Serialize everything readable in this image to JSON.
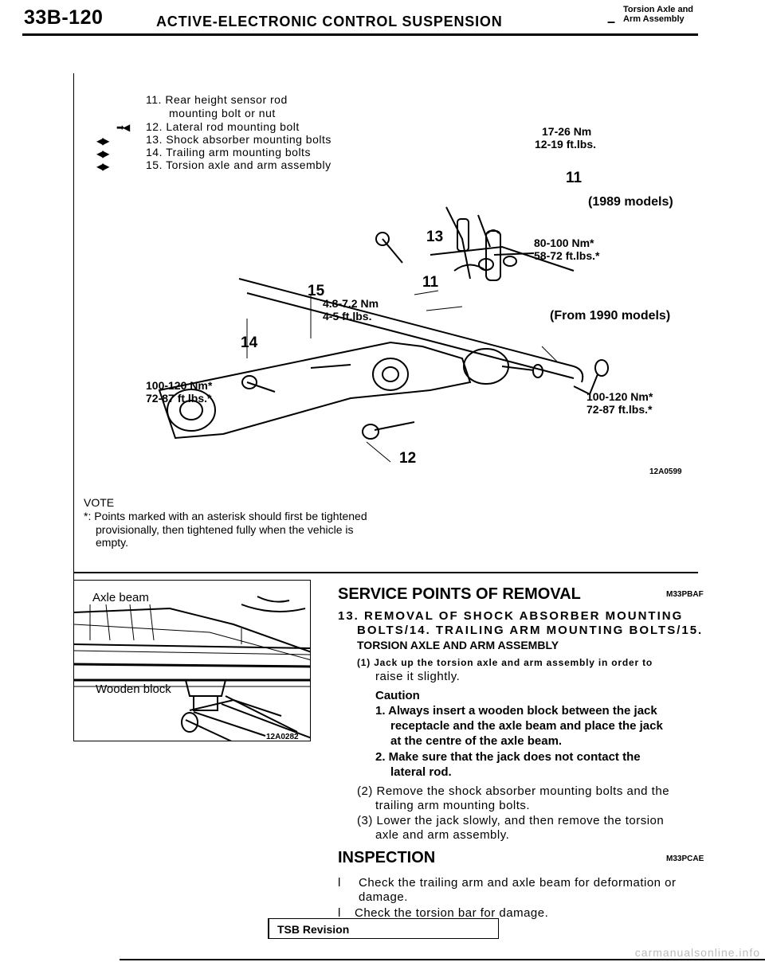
{
  "header": {
    "page_number": "33B-120",
    "title": "ACTIVE-ELECTRONIC CONTROL SUSPENSION",
    "dash": "–",
    "sub_line1": "Torsion Axle and",
    "sub_line2": "Arm Assembly"
  },
  "legend": {
    "items": [
      {
        "symbol": "",
        "number": "11.",
        "text": "Rear height sensor rod",
        "text2": "mounting bolt or nut"
      },
      {
        "symbol": "➡◀",
        "number": "12.",
        "text": "Lateral rod mounting bolt"
      },
      {
        "symbol": "◀▶",
        "number": "13.",
        "text": "Shock absorber mounting bolts"
      },
      {
        "symbol": "◀▶",
        "number": "14.",
        "text": "Trailing arm mounting bolts"
      },
      {
        "symbol": "◀▶",
        "number": "15.",
        "text": "Torsion axle and arm assembly"
      }
    ]
  },
  "diagram": {
    "torque_top_nm": "17-26 Nm",
    "torque_top_ftlbs": "12-19 ft.lbs.",
    "label_11_top": "11",
    "model_1989": "(1989 models)",
    "label_13": "13",
    "torque_shock_nm": "80-100 Nm*",
    "torque_shock_ftlbs": "58-72 ft.lbs.*",
    "label_11_mid": "11",
    "label_15": "15",
    "torque_sensor_nm": "4.8-7.2 Nm",
    "torque_sensor_ftlbs": "4-5 ft.lbs.",
    "model_1990": "(From 1990 models)",
    "label_14": "14",
    "torque_left_nm": "100-120 Nm*",
    "torque_left_ftlbs": "72-87 ft.lbs.*",
    "torque_right_nm": "100-120 Nm*",
    "torque_right_ftlbs": "72-87 ft.lbs.*",
    "label_12": "12",
    "figure_code": "12A0599"
  },
  "note": {
    "heading": "VOTE",
    "line1": "*: Points marked with an asterisk should first be tightened",
    "line2": "provisionally, then tightened fully when the vehicle is",
    "line3": "empty."
  },
  "figure2": {
    "label_axle": "Axle beam",
    "label_block": "Wooden block",
    "code": "12A0282"
  },
  "service": {
    "heading": "SERVICE POINTS OF REMOVAL",
    "code": "M33PBAF",
    "step_line1": "13. REMOVAL OF SHOCK ABSORBER MOUNTING",
    "step_line2": "BOLTS/14. TRAILING ARM MOUNTING BOLTS/15.",
    "step_line3": "TORSION AXLE AND ARM ASSEMBLY",
    "sub1_line1": "(1) Jack up the torsion axle and arm assembly in order to",
    "sub1_line2": "raise it slightly.",
    "caution_title": "Caution",
    "caution1_line1": "1. Always insert a wooden block between the jack",
    "caution1_line2": "receptacle and the axle beam and place the jack",
    "caution1_line3": "at the centre of the axle beam.",
    "caution2_line1": "2. Make sure that the jack does not contact the",
    "caution2_line2": "lateral rod.",
    "sub2_line1": "(2) Remove the shock absorber mounting bolts and the",
    "sub2_line2": "trailing arm mounting bolts.",
    "sub3_line1": "(3) Lower the jack slowly, and then remove the torsion",
    "sub3_line2": "axle and arm assembly."
  },
  "inspection": {
    "heading": "INSPECTION",
    "code": "M33PCAE",
    "bullet": "l",
    "item1_line1": "Check the trailing arm and axle beam for deformation or",
    "item1_line2": "damage.",
    "item2": "Check the torsion bar for damage."
  },
  "footer": {
    "tsb": "TSB Revision",
    "watermark": "carmanualsonline.info"
  }
}
